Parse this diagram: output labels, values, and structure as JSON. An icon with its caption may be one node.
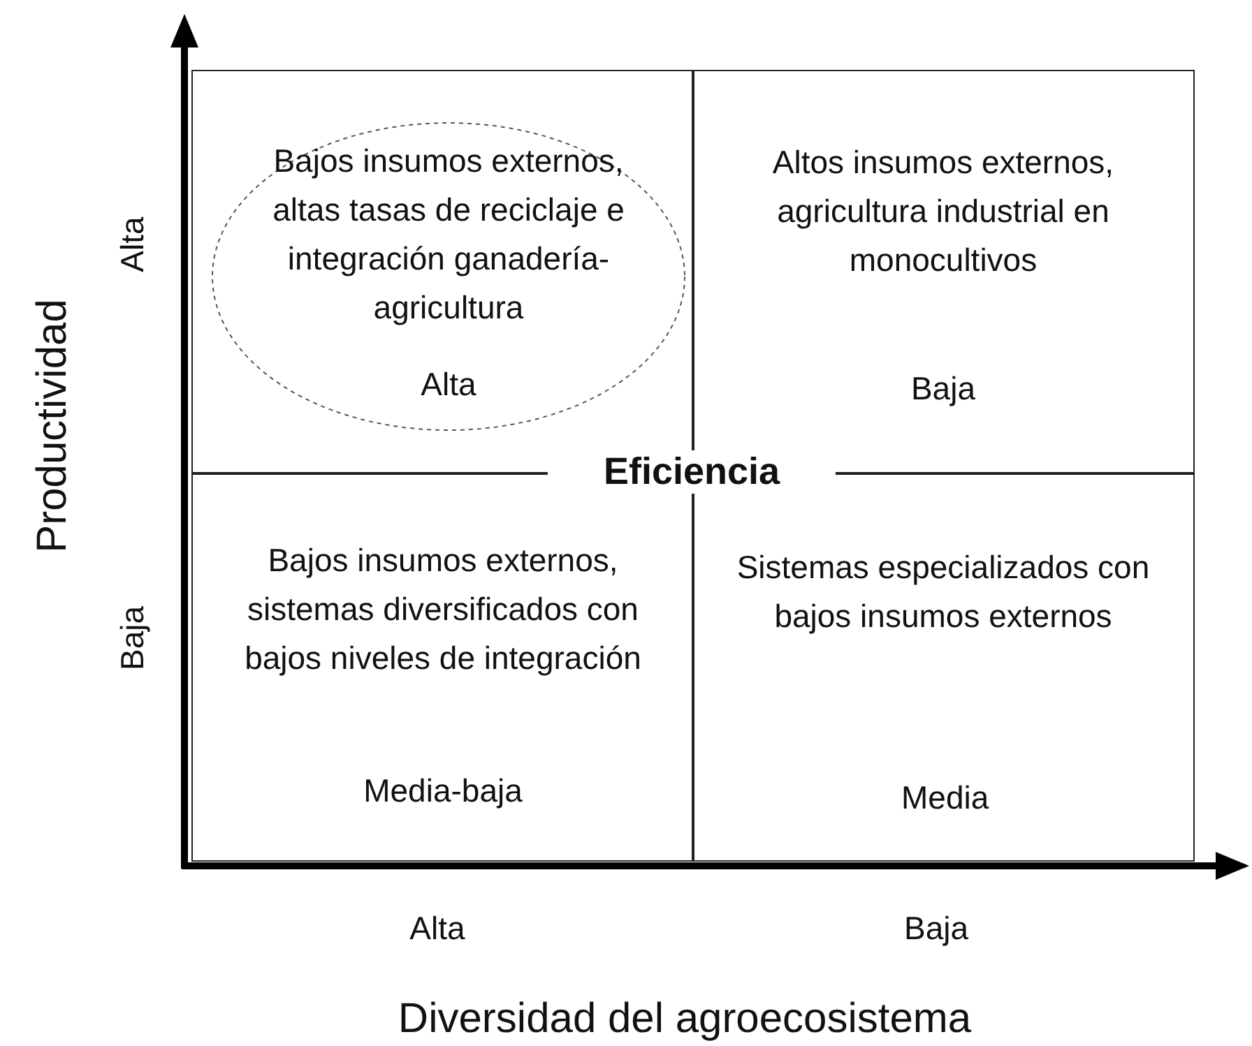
{
  "diagram": {
    "nodes": [
      {
        "text": [],
        "shape": "box"
      },
      {
        "text": [
          "Bajos insumos externos, altas tasas de reciclaje e integración ganadería-agricultura",
          "Alta"
        ],
        "in": 0
      },
      {
        "text": [
          "Altos insumos externos, agricultura industrial en monocultivos",
          "Baja"
        ]
      },
      {
        "text": [
          "Bajos insumos externos, sistemas diversificados con bajos niveles de integración",
          "Media-baja"
        ]
      },
      {
        "text": [
          "Sistemas especializados con bajos insumos externos",
          "Media"
        ]
      }
    ],
    "edges": [],
    "labels": [
      "Productividad",
      "Alta",
      "Baja",
      "Eficiencia",
      "Alta",
      "Baja",
      "Diversidad del agroecosistema"
    ]
  }
}
